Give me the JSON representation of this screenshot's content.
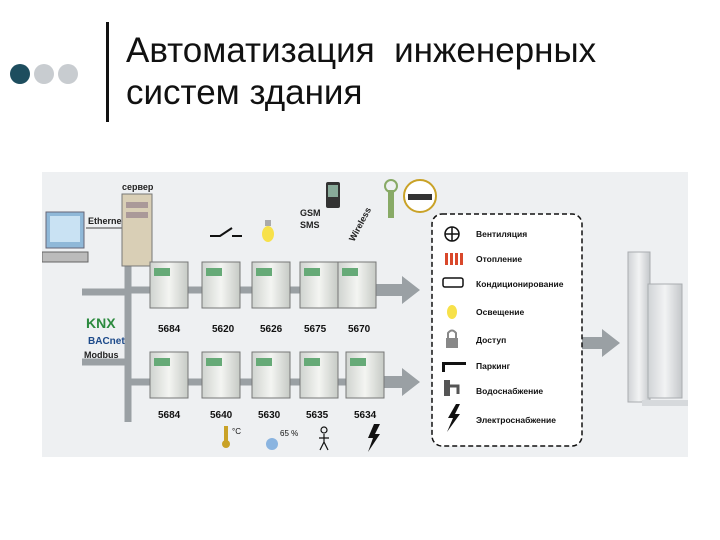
{
  "slide": {
    "title_line1": "Автоматизация  инженерных",
    "title_line2": "систем здания",
    "bullet_colors": [
      "#1d4d5e",
      "#c8ccd0",
      "#c8ccd0"
    ]
  },
  "diagram": {
    "server_label": "сервер",
    "ethernet_label": "Ethernet",
    "gsm_label": "GSM",
    "sms_label": "SMS",
    "wireless_label": "Wireless",
    "protocols": [
      "KNX",
      "BACnet",
      "Modbus"
    ],
    "top_modules": [
      "5684",
      "5620",
      "5626",
      "5675",
      "5670"
    ],
    "bottom_modules": [
      "5684",
      "5640",
      "5630",
      "5635",
      "5634"
    ],
    "temp_unit": "°C",
    "humidity": "65 %",
    "legend": [
      {
        "label": "Вентиляция",
        "icon": "fan-icon"
      },
      {
        "label": "Отопление",
        "icon": "radiator-icon"
      },
      {
        "label": "Кондиционирование",
        "icon": "air-conditioner-icon"
      },
      {
        "label": "Освещение",
        "icon": "light-bulb-icon"
      },
      {
        "label": "Доступ",
        "icon": "lock-icon"
      },
      {
        "label": "Паркинг",
        "icon": "barrier-icon"
      },
      {
        "label": "Водоснабжение",
        "icon": "faucet-icon"
      },
      {
        "label": "Электроснабжение",
        "icon": "lightning-icon"
      }
    ]
  }
}
